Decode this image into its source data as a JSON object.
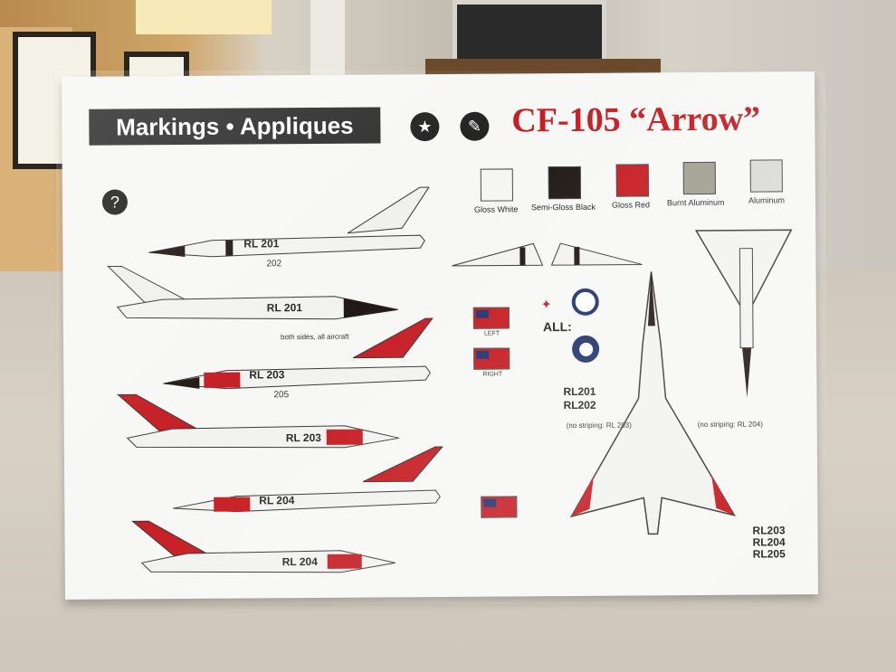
{
  "box": {
    "header_title": "Markings • Appliques",
    "model_title": "CF-105 “Arrow”",
    "help_icon": "question-mark-icon",
    "colors": [
      {
        "name": "Gloss White",
        "hex": "#f5f5f3"
      },
      {
        "name": "Semi-Gloss Black",
        "hex": "#1c1410"
      },
      {
        "name": "Gloss Red",
        "hex": "#c4191f"
      },
      {
        "name": "Burnt Aluminum",
        "hex": "#9e9f8e"
      },
      {
        "name": "Aluminum",
        "hex": "#d9d9d7"
      }
    ],
    "side_views": [
      {
        "serial": "RL 201",
        "note": "202"
      },
      {
        "serial": "RL 201",
        "note": ""
      },
      {
        "serial": "RL 203",
        "note": "205"
      },
      {
        "serial": "RL 203",
        "note": ""
      },
      {
        "serial": "RL 204",
        "note": ""
      },
      {
        "serial": "RL 204",
        "note": ""
      }
    ],
    "both_sides_note": "both sides, all aircraft",
    "flag_left_label": "LEFT",
    "flag_right_label": "RIGHT",
    "all_label": "ALL:",
    "group_a": [
      "RL201",
      "RL202"
    ],
    "group_b": [
      "RL203",
      "RL204",
      "RL205"
    ],
    "no_striping_left": "(no striping: RL 203)",
    "no_striping_right": "(no striping: RL 204)",
    "accent": "#c4191f",
    "roundel_blue": "#1d2f6d"
  }
}
